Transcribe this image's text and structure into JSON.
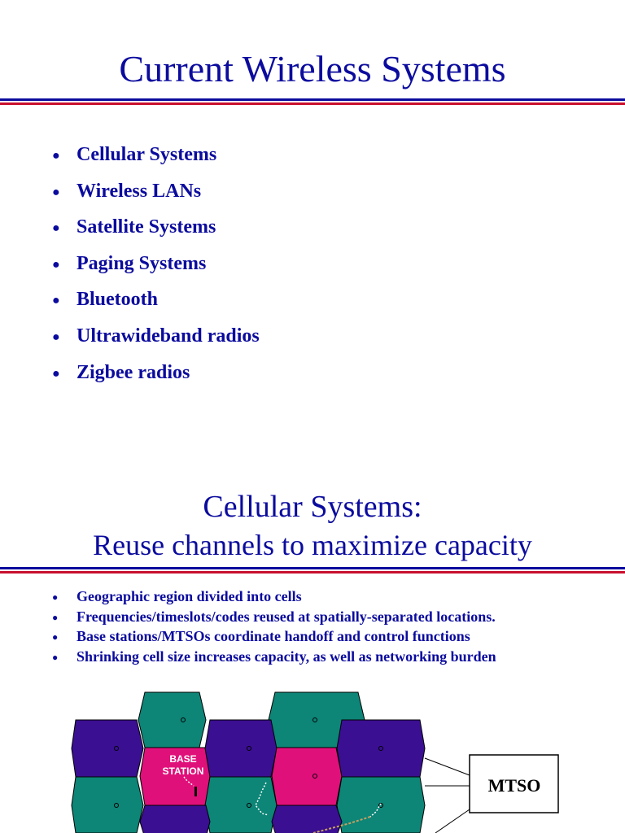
{
  "slide1": {
    "title": "Current Wireless Systems",
    "bullets": [
      "Cellular Systems",
      "Wireless LANs",
      "Satellite Systems",
      "Paging Systems",
      "Bluetooth",
      "Ultrawideband radios",
      "Zigbee radios"
    ]
  },
  "slide2": {
    "title_line1": "Cellular Systems:",
    "title_line2": "Reuse channels to maximize capacity",
    "bullets": [
      "Geographic region divided into cells",
      "Frequencies/timeslots/codes reused at spatially-separated locations.",
      "Base stations/MTSOs coordinate handoff and control functions",
      "Shrinking cell size increases capacity, as well as networking burden"
    ],
    "diagram": {
      "base_station_label_1": "BASE",
      "base_station_label_2": "STATION",
      "mtso_label": "MTSO",
      "colors": {
        "purple": "#3a0f91",
        "teal": "#0d8577",
        "magenta": "#e0107a",
        "title_blue": "#0b0b9e",
        "rule_red": "#c8102e"
      }
    }
  }
}
